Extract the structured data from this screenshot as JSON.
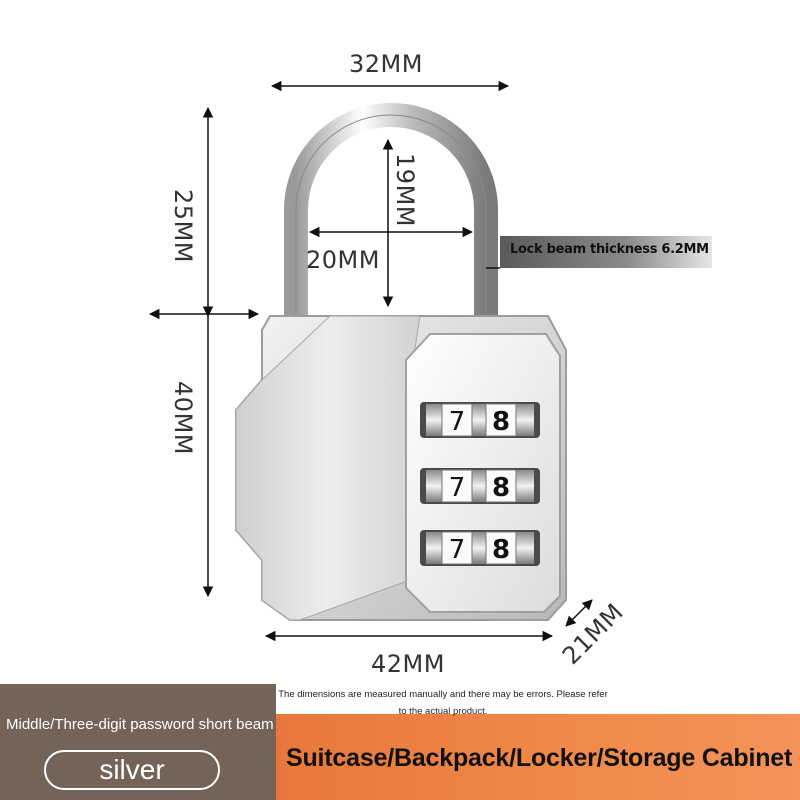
{
  "dimensions": {
    "top_width": "32MM",
    "shackle_height": "19MM",
    "shackle_inner_width": "20MM",
    "shackle_total_height": "25MM",
    "body_height": "40MM",
    "bottom_width": "42MM",
    "depth": "21MM"
  },
  "callout": {
    "text": "Lock beam thickness 6.2MM"
  },
  "dials": [
    {
      "digits": [
        "7",
        "8"
      ]
    },
    {
      "digits": [
        "7",
        "8"
      ]
    },
    {
      "digits": [
        "7",
        "8"
      ]
    }
  ],
  "disclaimer": "The dimensions are measured manually and there may be errors. Please refer to the actual product.",
  "variant": {
    "label": "Middle/Three-digit password short beam",
    "color": "silver"
  },
  "usage": "Suitcase/Backpack/Locker/Storage Cabinet etc",
  "colors": {
    "band_left": "#746357",
    "band_right": "#f08a4a",
    "metal": "#d9d9d9"
  }
}
